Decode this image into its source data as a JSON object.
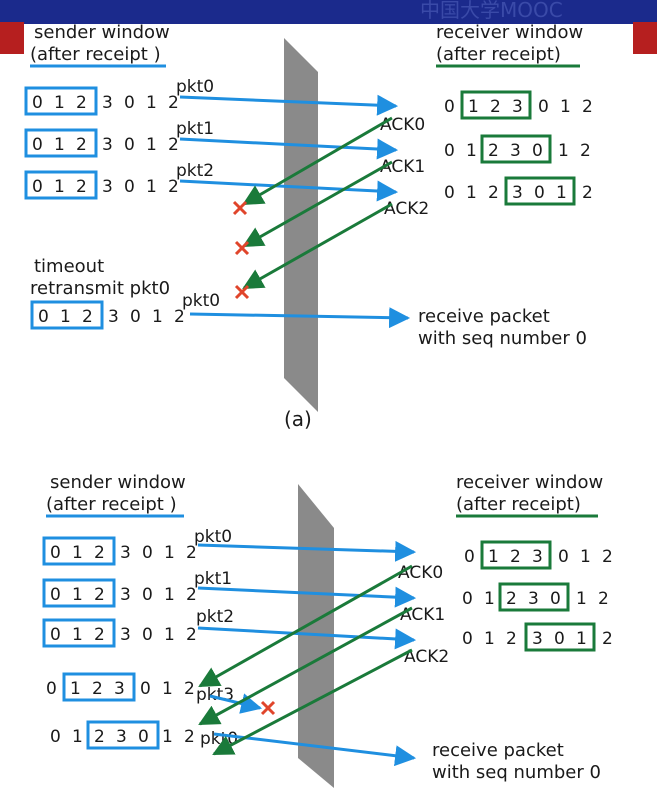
{
  "colors": {
    "top_banner": "#1b2a8c",
    "top_accent": "#b61f1f",
    "wall": "#8a8a8a",
    "blue": "#1f8fe0",
    "green": "#1a7a3a",
    "loss": "#e0452b"
  },
  "top_banner_text": "中国大学MOOC",
  "panel_a": {
    "sender_title_1": "sender window",
    "sender_title_2": "(after receipt )",
    "receiver_title_1": "receiver window",
    "receiver_title_2": "(after receipt)",
    "sender_rows": [
      {
        "digits": [
          "0",
          "1",
          "2",
          "3",
          "0",
          "1",
          "2"
        ],
        "label": "pkt0"
      },
      {
        "digits": [
          "0",
          "1",
          "2",
          "3",
          "0",
          "1",
          "2"
        ],
        "label": "pkt1"
      },
      {
        "digits": [
          "0",
          "1",
          "2",
          "3",
          "0",
          "1",
          "2"
        ],
        "label": "pkt2"
      }
    ],
    "receiver_rows": [
      {
        "digits": [
          "0",
          "1",
          "2",
          "3",
          "0",
          "1",
          "2"
        ],
        "ack": "ACK0"
      },
      {
        "digits": [
          "0",
          "1",
          "2",
          "3",
          "0",
          "1",
          "2"
        ],
        "ack": "ACK1"
      },
      {
        "digits": [
          "0",
          "1",
          "2",
          "3",
          "0",
          "1",
          "2"
        ],
        "ack": "ACK2"
      }
    ],
    "timeout_1": "timeout",
    "timeout_2": "retransmit pkt0",
    "retransmit_row": {
      "digits": [
        "0",
        "1",
        "2",
        "3",
        "0",
        "1",
        "2"
      ],
      "label": "pkt0"
    },
    "receive_1": "receive packet",
    "receive_2": "with seq number 0",
    "caption": "(a)"
  },
  "panel_b": {
    "sender_title_1": "sender window",
    "sender_title_2": "(after receipt )",
    "receiver_title_1": "receiver window",
    "receiver_title_2": "(after receipt)",
    "sender_rows": [
      {
        "digits": [
          "0",
          "1",
          "2",
          "3",
          "0",
          "1",
          "2"
        ],
        "label": "pkt0"
      },
      {
        "digits": [
          "0",
          "1",
          "2",
          "3",
          "0",
          "1",
          "2"
        ],
        "label": "pkt1"
      },
      {
        "digits": [
          "0",
          "1",
          "2",
          "3",
          "0",
          "1",
          "2"
        ],
        "label": "pkt2"
      },
      {
        "digits": [
          "0",
          "1",
          "2",
          "3",
          "0",
          "1",
          "2"
        ],
        "label": "pkt3"
      },
      {
        "digits": [
          "0",
          "1",
          "2",
          "3",
          "0",
          "1",
          "2"
        ],
        "label": "pkt0"
      }
    ],
    "receiver_rows": [
      {
        "digits": [
          "0",
          "1",
          "2",
          "3",
          "0",
          "1",
          "2"
        ],
        "ack": "ACK0"
      },
      {
        "digits": [
          "0",
          "1",
          "2",
          "3",
          "0",
          "1",
          "2"
        ],
        "ack": "ACK1"
      },
      {
        "digits": [
          "0",
          "1",
          "2",
          "3",
          "0",
          "1",
          "2"
        ],
        "ack": "ACK2"
      }
    ],
    "receive_1": "receive packet",
    "receive_2": "with seq number 0"
  }
}
